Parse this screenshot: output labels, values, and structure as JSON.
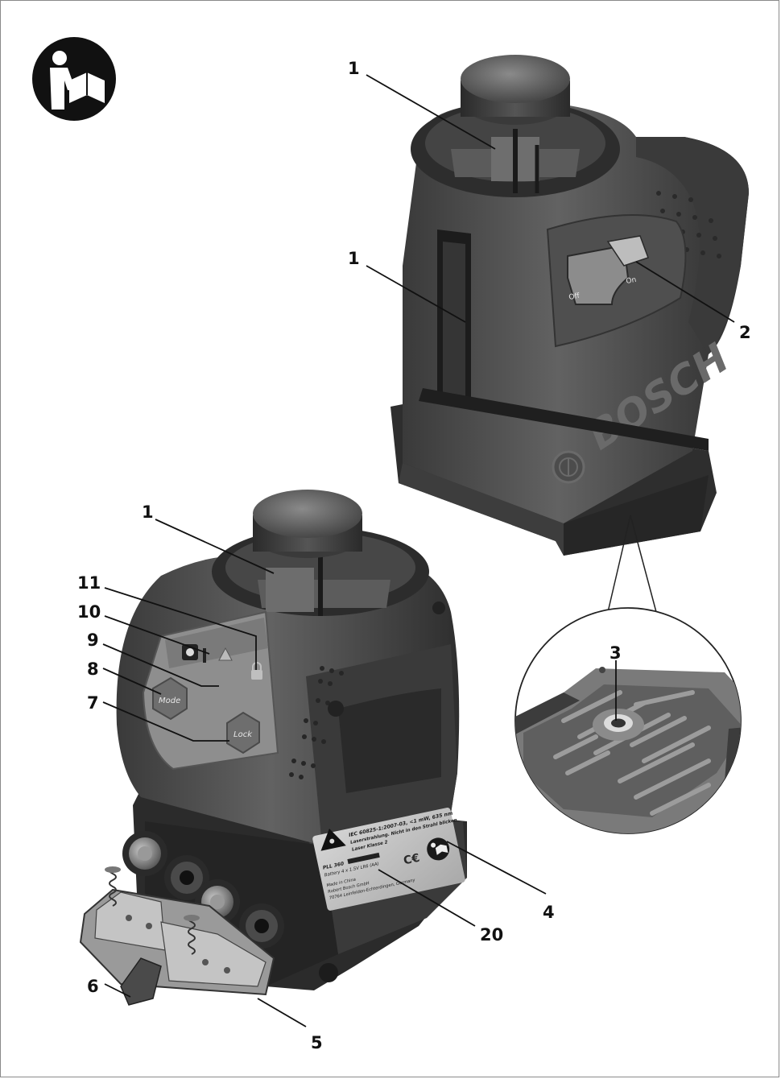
{
  "brand": "BOSCH",
  "display": {
    "mode_label": "Mode",
    "lock_label": "Lock"
  },
  "switch_text": {
    "off": "Off",
    "on": "On"
  },
  "label_plate": {
    "line1": "IEC 60825-1:2007-03, <1 mW, 635 nm",
    "line2": "Laserstrahlung. Nicht in den Strahl blicken",
    "line3": "Laser Klasse 2",
    "model": "PLL 360",
    "battery": "Battery 4 x 1.5V LR6 (AA)",
    "made": "Made in China",
    "maker": "Robert Bosch GmbH",
    "address": "70764 Leinfelden-Echterdingen, Germany"
  },
  "callouts": {
    "c1_top": "1",
    "c1_window": "1",
    "c2": "2",
    "c3": "3",
    "c4": "4",
    "c5": "5",
    "c6": "6",
    "c7": "7",
    "c8": "8",
    "c9": "9",
    "c10": "10",
    "c11": "11",
    "c1_bottom": "1",
    "c20": "20"
  },
  "icons": {
    "manual": "read-manual-icon",
    "laser": "laser-warning-icon",
    "lock": "padlock-icon"
  },
  "colors": {
    "housing": "#4a4a4a",
    "housing_dark": "#2b2b2b",
    "housing_light": "#6a6a6a",
    "panel": "#9a9a9a",
    "plate": "#c8c8c8"
  }
}
